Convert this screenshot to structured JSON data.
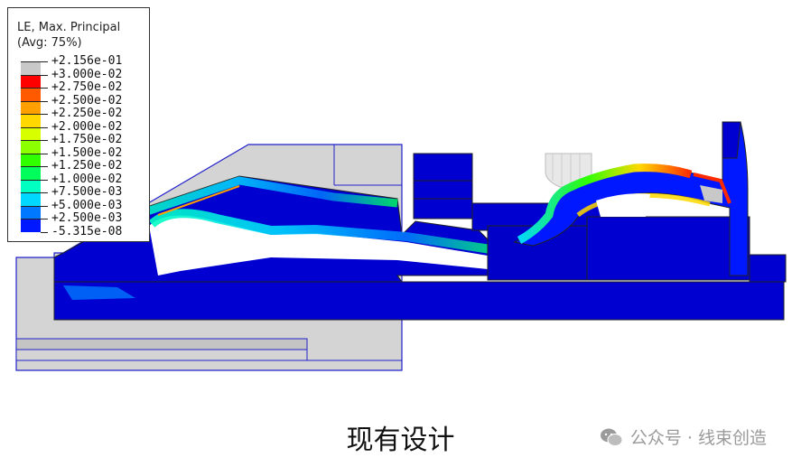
{
  "legend": {
    "title": "LE, Max. Principal",
    "subtitle": "(Avg: 75%)",
    "levels": [
      {
        "label": "+2.156e-01",
        "color": "#c8c8c8"
      },
      {
        "label": "+3.000e-02",
        "color": "#ff0000"
      },
      {
        "label": "+2.750e-02",
        "color": "#ff5a00"
      },
      {
        "label": "+2.500e-02",
        "color": "#ff9f00"
      },
      {
        "label": "+2.250e-02",
        "color": "#ffd800"
      },
      {
        "label": "+2.000e-02",
        "color": "#d8ff00"
      },
      {
        "label": "+1.750e-02",
        "color": "#8cff00"
      },
      {
        "label": "+1.500e-02",
        "color": "#30ff00"
      },
      {
        "label": "+1.250e-02",
        "color": "#00ff5a"
      },
      {
        "label": "+1.000e-02",
        "color": "#00ffc0"
      },
      {
        "label": "+7.500e-03",
        "color": "#00d8ff"
      },
      {
        "label": "+5.000e-03",
        "color": "#0078ff"
      },
      {
        "label": "+2.500e-03",
        "color": "#0018ff"
      },
      {
        "label": "-5.315e-08",
        "color": "#0000c8"
      }
    ]
  },
  "caption": "现有设计",
  "watermark": {
    "text": "公众号 · 线束创造",
    "icon": "wechat-icon"
  },
  "colors": {
    "body_blue": "#0000d0",
    "rigid_grey": "#d4d4d4",
    "outline": "#2222cc",
    "high_strain": "#ff2a00"
  }
}
